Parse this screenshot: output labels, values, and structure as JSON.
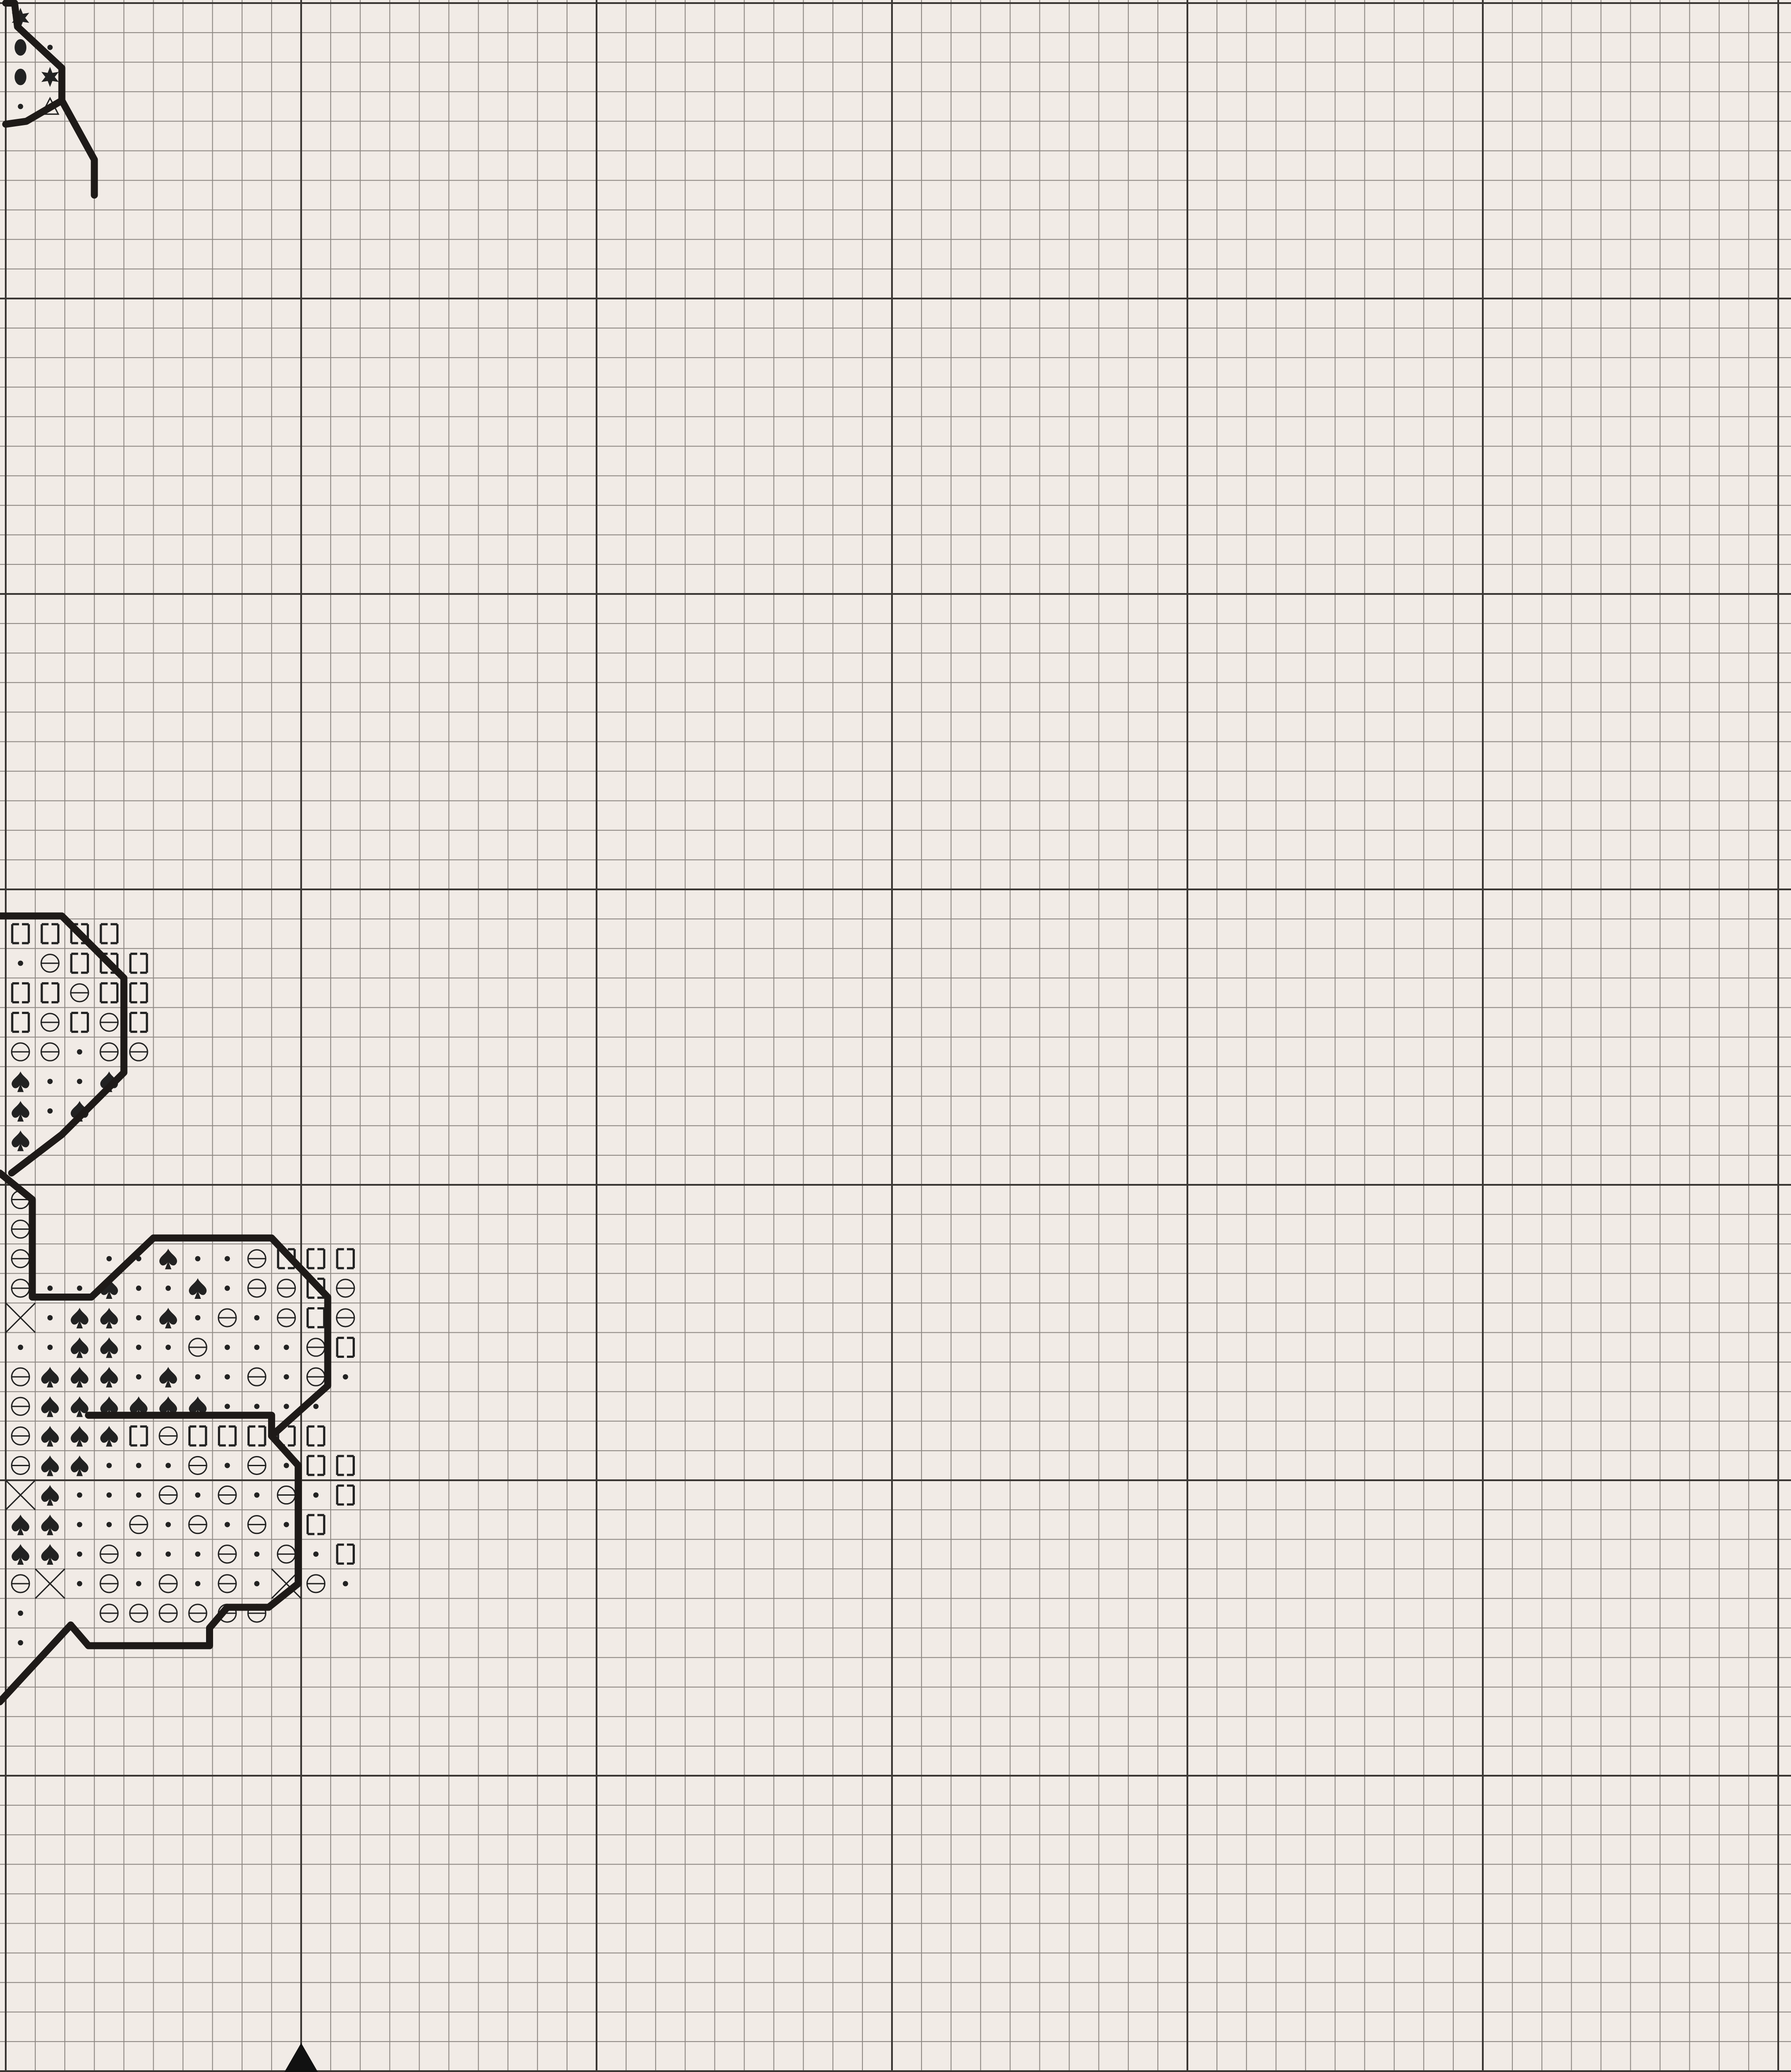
{
  "chart_page": {
    "paper_color": "#f1ebe6",
    "minor_line_color": "#8d8782",
    "major_line_color": "#3b3734",
    "outline_color": "#1e1a18",
    "symbol_color": "#222222",
    "grid_cols": 60,
    "grid_rows": 70,
    "major_every": 10,
    "center_marker": "center-arrow-icon"
  },
  "legend_symbols": [
    {
      "key": "spade",
      "icon": "spade-icon"
    },
    {
      "key": "dot",
      "icon": "dot-icon"
    },
    {
      "key": "theta",
      "icon": "circle-bar-icon"
    },
    {
      "key": "bracket",
      "icon": "bracket-icon"
    },
    {
      "key": "star",
      "icon": "star-icon"
    },
    {
      "key": "oval",
      "icon": "filled-oval-icon"
    },
    {
      "key": "triangle",
      "icon": "triangle-icon"
    },
    {
      "key": "half",
      "icon": "half-stitch-icon"
    }
  ]
}
